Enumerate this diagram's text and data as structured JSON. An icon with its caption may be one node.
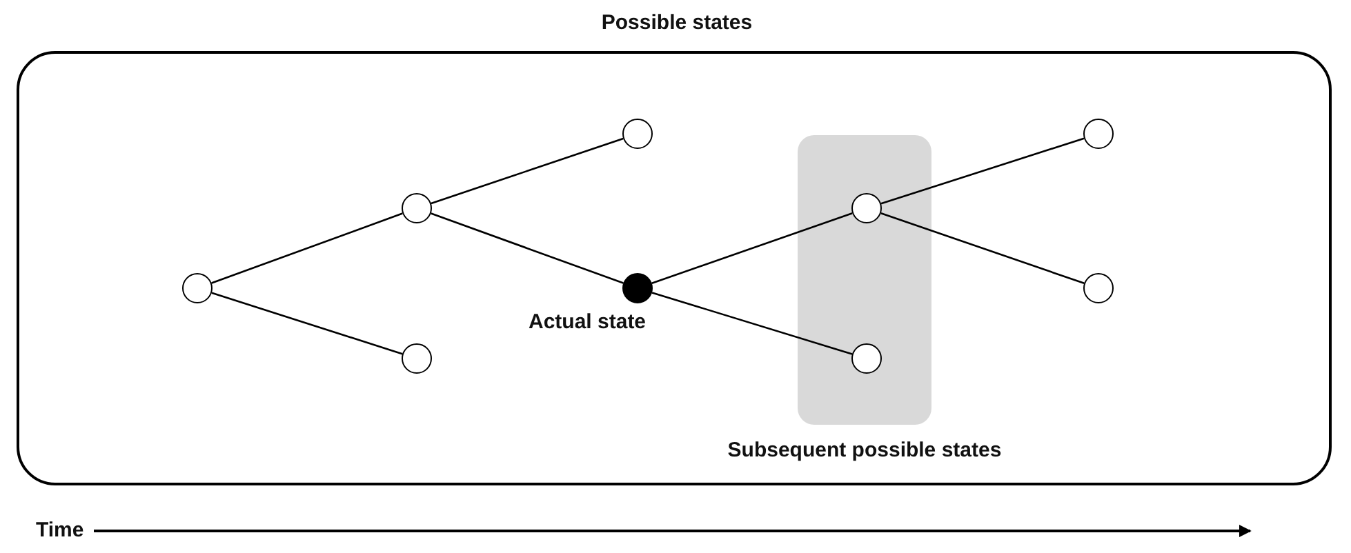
{
  "diagram": {
    "nodes": [
      {
        "text": [
          "Possible states"
        ]
      },
      {
        "text": [],
        "shape": "circle",
        "in": 0
      },
      {
        "text": [],
        "shape": "circle",
        "in": 0
      },
      {
        "text": [],
        "shape": "circle",
        "in": 0
      },
      {
        "text": [],
        "shape": "circle",
        "in": 0
      },
      {
        "text": [],
        "shape": "dot",
        "in": 0,
        "beside": [
          "Actual state"
        ]
      },
      {
        "text": [
          "Subsequent possible states"
        ],
        "in": 0
      },
      {
        "text": [],
        "shape": "circle",
        "in": 6
      },
      {
        "text": [],
        "shape": "circle",
        "in": 6
      },
      {
        "text": [],
        "shape": "circle",
        "in": 0
      },
      {
        "text": [],
        "shape": "circle",
        "in": 0
      }
    ],
    "edges": [
      {
        "from": 1,
        "to": 2,
        "arrow": "none"
      },
      {
        "from": 1,
        "to": 3,
        "arrow": "none"
      },
      {
        "from": 2,
        "to": 4,
        "arrow": "none"
      },
      {
        "from": 2,
        "to": 5,
        "arrow": "none"
      },
      {
        "from": 5,
        "to": 7,
        "arrow": "none"
      },
      {
        "from": 5,
        "to": 8,
        "arrow": "none"
      },
      {
        "from": 7,
        "to": 9,
        "arrow": "none"
      },
      {
        "from": 7,
        "to": 10,
        "arrow": "none"
      }
    ],
    "labels": [
      "Time"
    ]
  }
}
